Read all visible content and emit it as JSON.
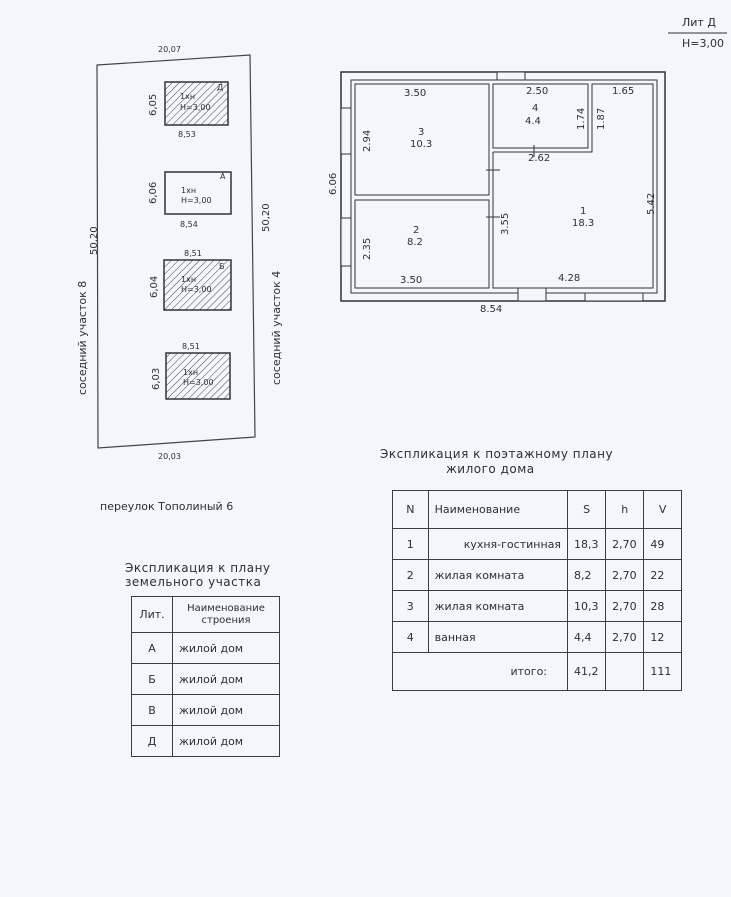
{
  "lit_label": {
    "title": "Лит Д",
    "height": "Н=3,00"
  },
  "site_plan": {
    "dims": {
      "top": "20,07",
      "bottom": "20,03",
      "left": "50,20",
      "right": "50,20"
    },
    "neighbor_left": "соседний участок 8",
    "neighbor_right": "соседний участок 4",
    "street": "переулок Тополиный 6",
    "buildings": [
      {
        "letter": "Д",
        "floors": "1хн",
        "h": "Н=3,00",
        "w": "8,53",
        "d": "6,05"
      },
      {
        "letter": "А",
        "floors": "1хн",
        "h": "Н=3,00",
        "w": "8,54",
        "d": "6,06"
      },
      {
        "letter": "Б",
        "floors": "1хн",
        "h": "Н=3,00",
        "w": "8,51",
        "d": "6,04"
      },
      {
        "letter": "",
        "floors": "1хн",
        "h": "Н=3,00",
        "w": "8,51",
        "d": "6,03"
      }
    ]
  },
  "floor_plan": {
    "rooms": [
      {
        "num": "3",
        "area": "10.3"
      },
      {
        "num": "2",
        "area": "8.2"
      },
      {
        "num": "4",
        "area": "4.4"
      },
      {
        "num": "1",
        "area": "18.3"
      }
    ],
    "dims": {
      "r3_w": "3.50",
      "r3_h": "2.94",
      "r2_w": "3.50",
      "r2_h": "2.35",
      "r4_w": "2.50",
      "r4_h": "1.74",
      "h187": "1.87",
      "w165": "1.65",
      "w262": "2.62",
      "h355": "3.55",
      "h542": "5.42",
      "w428": "4.28",
      "total_w": "8.54",
      "total_h": "6.06"
    }
  },
  "floor_table": {
    "title1": "Экспликация к поэтажному плану",
    "title2": "жилого дома",
    "headers": [
      "N",
      "Наименование",
      "S",
      "h",
      "V"
    ],
    "rows": [
      {
        "n": "1",
        "name": "кухня-гостинная",
        "s": "18,3",
        "h": "2,70",
        "v": "49"
      },
      {
        "n": "2",
        "name": "жилая комната",
        "s": "8,2",
        "h": "2,70",
        "v": "22"
      },
      {
        "n": "3",
        "name": "жилая комната",
        "s": "10,3",
        "h": "2,70",
        "v": "28"
      },
      {
        "n": "4",
        "name": "ванная",
        "s": "4,4",
        "h": "2,70",
        "v": "12"
      }
    ],
    "total_label": "итого:",
    "total_s": "41,2",
    "total_v": "111"
  },
  "land_table": {
    "title1": "Экспликация к плану",
    "title2": "земельного участка",
    "headers": [
      "Лит.",
      "Наименование строения"
    ],
    "rows": [
      {
        "lit": "А",
        "name": "жилой дом"
      },
      {
        "lit": "Б",
        "name": "жилой дом"
      },
      {
        "lit": "В",
        "name": "жилой дом"
      },
      {
        "lit": "Д",
        "name": "жилой дом"
      }
    ]
  }
}
